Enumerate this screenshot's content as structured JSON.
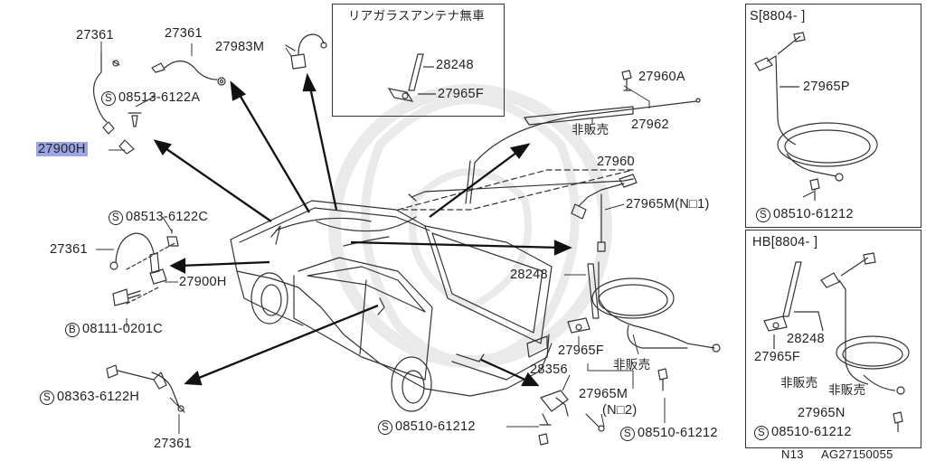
{
  "page": {
    "diagram_code": "N13",
    "catalog_code": "AG27150055"
  },
  "labels": {
    "p27361_a": "27361",
    "p27361_b": "27361",
    "p27983m": "27983M",
    "p08513_6122a": "08513-6122A",
    "p27900h_top": "27900H",
    "p08513_6122c": "08513-6122C",
    "p27361_c": "27361",
    "p27900h_mid": "27900H",
    "p08111_0201c": "08111-0201C",
    "p08363_6122h": "08363-6122H",
    "p27361_d": "27361",
    "p27960a": "27960A",
    "p27962": "27962",
    "not_for_sale_1": "非販売",
    "p27960": "27960",
    "p27965m_no1": "27965M(N□1)",
    "p28248_mid": "28248",
    "p27965f_mid": "27965F",
    "not_for_sale_2": "非販売",
    "p28356": "28356",
    "p27965m": "27965M",
    "no2": "(N□2)",
    "p08510_61212_a": "08510-61212",
    "p08510_61212_b": "08510-61212"
  },
  "inset_rear_glass": {
    "title": "リアガラスアンテナ無車",
    "p28248": "28248",
    "p27965f": "27965F"
  },
  "inset_s": {
    "title": "S[8804-  ]",
    "p27965p": "27965P",
    "p08510_61212": "08510-61212"
  },
  "inset_hb": {
    "title": "HB[8804-  ]",
    "p28248": "28248",
    "p27965f": "27965F",
    "not_for_sale_a": "非販売",
    "not_for_sale_b": "非販売",
    "p27965n": "27965N",
    "p08510_61212": "08510-61212"
  },
  "symbols": {
    "s": "S",
    "b": "B"
  },
  "highlight_color": "#9aa6e6"
}
